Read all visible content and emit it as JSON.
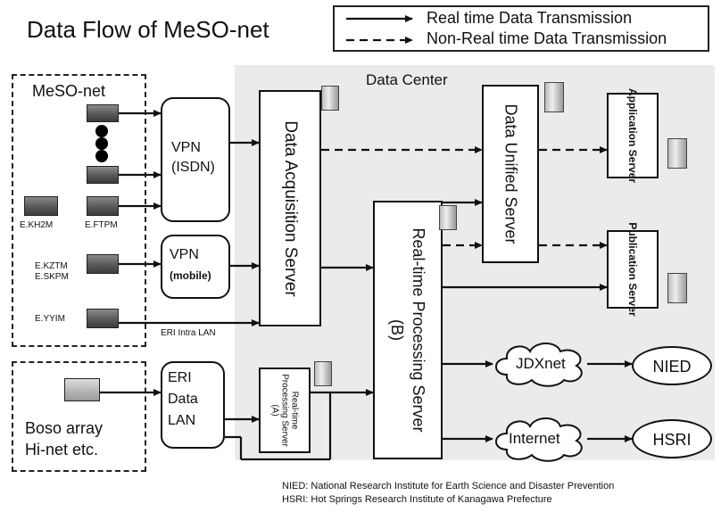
{
  "title": "Data Flow of MeSO-net",
  "legend": {
    "realtime": "Real time Data Transmission",
    "nonrealtime": "Non-Real time Data Transmission"
  },
  "meso_group": {
    "label": "MeSO-net",
    "stations": {
      "kh2m": "E.KH2M",
      "ftpm": "E.FTPM",
      "kztm": "E.KZTM",
      "skpm": "E.SKPM",
      "yyim": "E.YYIM"
    }
  },
  "boso_group": {
    "line1": "Boso array",
    "line2": "Hi-net etc."
  },
  "vpn_isdn": {
    "line1": "VPN",
    "line2": "(ISDN)"
  },
  "vpn_mobile": {
    "line1": "VPN",
    "line2": "(mobile)"
  },
  "eri_intra_lan": "ERI Intra LAN",
  "eri_data_lan": {
    "line1": "ERI",
    "line2": "Data",
    "line3": "LAN"
  },
  "data_center": "Data Center",
  "servers": {
    "acquisition": "Data Acquisition Server",
    "unified": "Data Unified Server",
    "application": "Application Server",
    "publication": "Publication Server",
    "realtime_b_line1": "Real-time Processing Server",
    "realtime_b_line2": "(B)",
    "realtime_a": "Real-time Processing Server (A)"
  },
  "networks": {
    "jdxnet": "JDXnet",
    "internet": "Internet"
  },
  "institutes": {
    "nied": "NIED",
    "hsri": "HSRI"
  },
  "footnotes": {
    "nied": "NIED: National Research Institute for Earth Science and Disaster Prevention",
    "hsri": "HSRI: Hot Springs Research Institute of Kanagawa Prefecture"
  }
}
